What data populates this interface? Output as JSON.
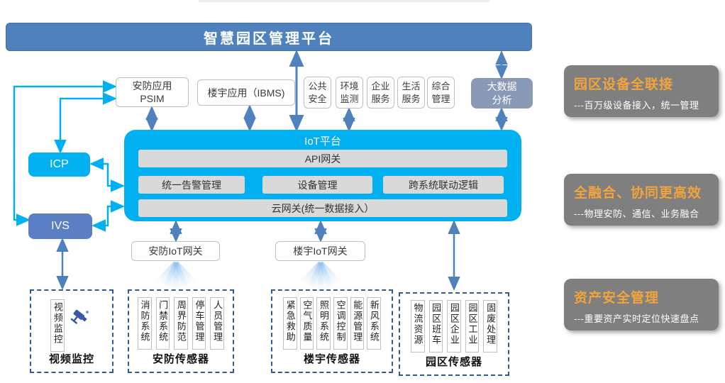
{
  "banner": {
    "title": "智慧园区管理平台"
  },
  "apps": {
    "psim": "安防应用\nPSIM",
    "ibms": "楼宇应用（IBMS)",
    "services": [
      "公共\n安全",
      "环境\n监测",
      "企业\n服务",
      "生活\n服务",
      "综合\n管理"
    ],
    "bigdata": "大数据\n分析"
  },
  "iot": {
    "title": "IoT平台",
    "api_gateway": "API网关",
    "modules": [
      "统一告警管理",
      "设备管理",
      "跨系统联动逻辑"
    ],
    "cloud_gateway": "云网关(统一数据接入）"
  },
  "left_nodes": {
    "icp": "ICP",
    "ivs": "IVS"
  },
  "gateways": {
    "security": "安防IoT网关",
    "building": "楼宇IoT网关"
  },
  "sensor_groups": {
    "video": {
      "items": [
        "视频监控"
      ],
      "label": "视频监控"
    },
    "security": {
      "items": [
        "消防系统",
        "门禁系统",
        "周界防范",
        "停车管理",
        "人员管理"
      ],
      "label": "安防传感器"
    },
    "building": {
      "items": [
        "紧急救助",
        "空气质量",
        "照明系统",
        "空调控制",
        "能源管理",
        "新风系统"
      ],
      "label": "楼宇传感器"
    },
    "park": {
      "items": [
        "物流资源",
        "园区班车",
        "园区企业",
        "园区工业",
        "固废处理"
      ],
      "label": "园区传感器"
    }
  },
  "benefits": [
    {
      "title": "园区设备全联接",
      "desc": "---百万级设备接入，统一管理"
    },
    {
      "title": "全融合、协同更高效",
      "desc": "---物理安防、通信、业务融合"
    },
    {
      "title": "资产安全管理",
      "desc": "---重要资产实时定位快速盘点"
    }
  ],
  "colors": {
    "banner_blue": "#4f81bd",
    "cyan": "#00b0f0",
    "ivs_blue": "#5b7ec4",
    "bigdata_gray_blue": "#8a9ab6",
    "bar_gray": "#d9d9d9",
    "panel_gray": "#7f7f7f",
    "panel_orange": "#f2a43c"
  }
}
